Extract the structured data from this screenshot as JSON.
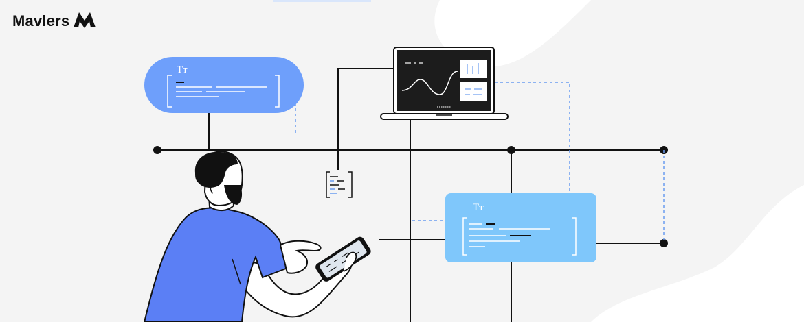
{
  "brand": {
    "name": "Mavlers",
    "logo_icon": "mavlers-mark-icon"
  },
  "cards": {
    "left_card_glyph": "Tт",
    "right_card_glyph": "Tт"
  },
  "colors": {
    "background": "#f4f4f4",
    "blob": "#ffffff",
    "card_left": "#6e9ffb",
    "card_right": "#7fc7fb",
    "shirt": "#5b7ff5",
    "line": "#111111",
    "dashed": "#6a9cf0",
    "laptop_screen": "#1c1c1c"
  }
}
